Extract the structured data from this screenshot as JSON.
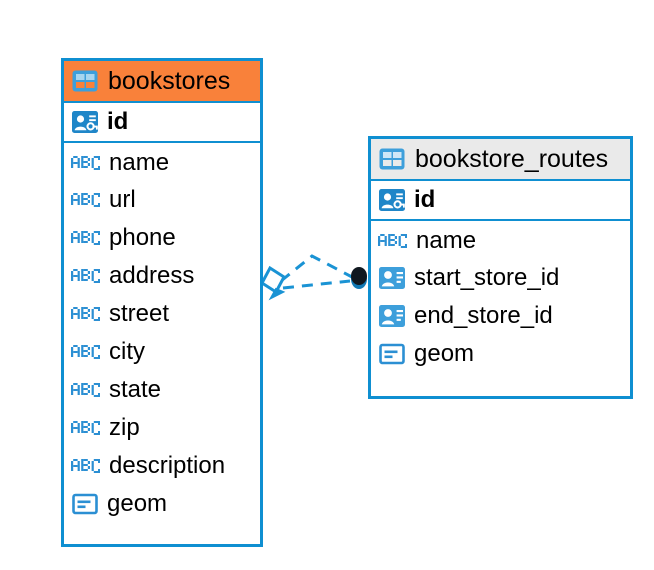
{
  "diagram": {
    "type": "entity-relationship-diagram",
    "background": "#ffffff",
    "colors": {
      "entity_border": "#0f8fd1",
      "header_orange": "#f9813a",
      "header_grey": "#eaeaea",
      "icon_blue": "#3d9fdb",
      "connector_blue": "#0f8fd1",
      "connector_endpoint": "#101820",
      "text": "#000000"
    },
    "entities": [
      {
        "name": "bookstores",
        "header_style": "accent-orange",
        "table_icon": "table-icon",
        "primary_key": [
          {
            "label": "id",
            "icon": "primary-key-icon"
          }
        ],
        "fields": [
          {
            "label": "name",
            "icon": "text-abc-icon"
          },
          {
            "label": "url",
            "icon": "text-abc-icon"
          },
          {
            "label": "phone",
            "icon": "text-abc-icon"
          },
          {
            "label": "address",
            "icon": "text-abc-icon"
          },
          {
            "label": "street",
            "icon": "text-abc-icon"
          },
          {
            "label": "city",
            "icon": "text-abc-icon"
          },
          {
            "label": "state",
            "icon": "text-abc-icon"
          },
          {
            "label": "zip",
            "icon": "text-abc-icon"
          },
          {
            "label": "description",
            "icon": "text-abc-icon"
          },
          {
            "label": "geom",
            "icon": "geometry-icon"
          }
        ]
      },
      {
        "name": "bookstore_routes",
        "header_style": "accent-grey",
        "table_icon": "table-icon",
        "primary_key": [
          {
            "label": "id",
            "icon": "primary-key-icon"
          }
        ],
        "fields": [
          {
            "label": "name",
            "icon": "text-abc-icon"
          },
          {
            "label": "start_store_id",
            "icon": "foreign-key-icon"
          },
          {
            "label": "end_store_id",
            "icon": "foreign-key-icon"
          },
          {
            "label": "geom",
            "icon": "geometry-icon"
          }
        ]
      }
    ],
    "relationship": {
      "name": "bookstores-to-bookstore-routes-relationship",
      "style": "dashed",
      "source_marker": "diamond-marker",
      "target_marker": "filled-circle-marker",
      "branches": 2
    }
  }
}
